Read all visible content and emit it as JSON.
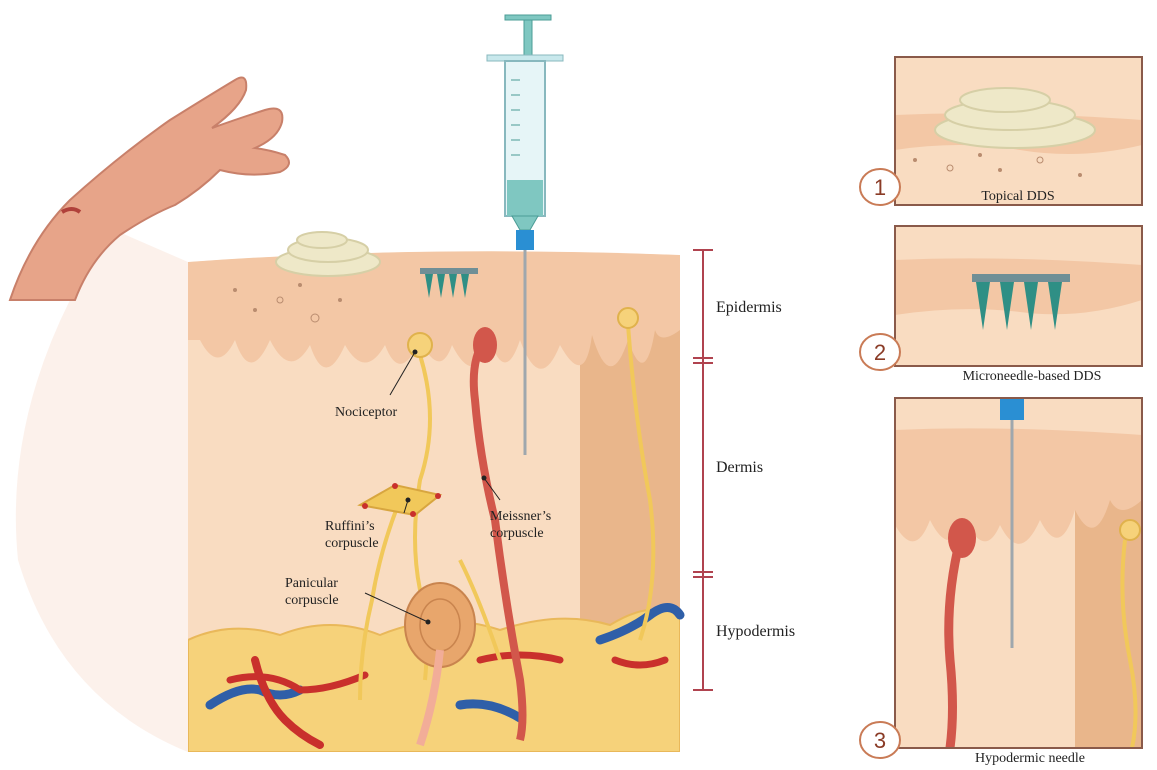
{
  "layers": {
    "epidermis": "Epidermis",
    "dermis": "Dermis",
    "hypodermis": "Hypodermis"
  },
  "structures": {
    "nociceptor": "Nociceptor",
    "ruffini_line1": "Ruffini’s",
    "ruffini_line2": "corpuscle",
    "meissner_line1": "Meissner’s",
    "meissner_line2": "corpuscle",
    "panicular_line1": "Panicular",
    "panicular_line2": "corpuscle"
  },
  "panels": [
    {
      "number": "1",
      "caption": "Topical DDS"
    },
    {
      "number": "2",
      "caption": "Microneedle-based DDS"
    },
    {
      "number": "3",
      "caption": "Hypodermic needle"
    }
  ],
  "colors": {
    "skin_surface": "#f3c7a5",
    "dermis": "#f9dcc1",
    "dermis_dark": "#e9b68b",
    "fat": "#f6d27a",
    "artery": "#c9302c",
    "vein": "#2f5fa8",
    "nerve": "#f1c85a",
    "cream": "#eee8c8",
    "microneedle": "#2f8f85",
    "syringe_fluid": "#7fc7c1",
    "needle_hub": "#2a8fd3",
    "bracket": "#b0434f"
  }
}
